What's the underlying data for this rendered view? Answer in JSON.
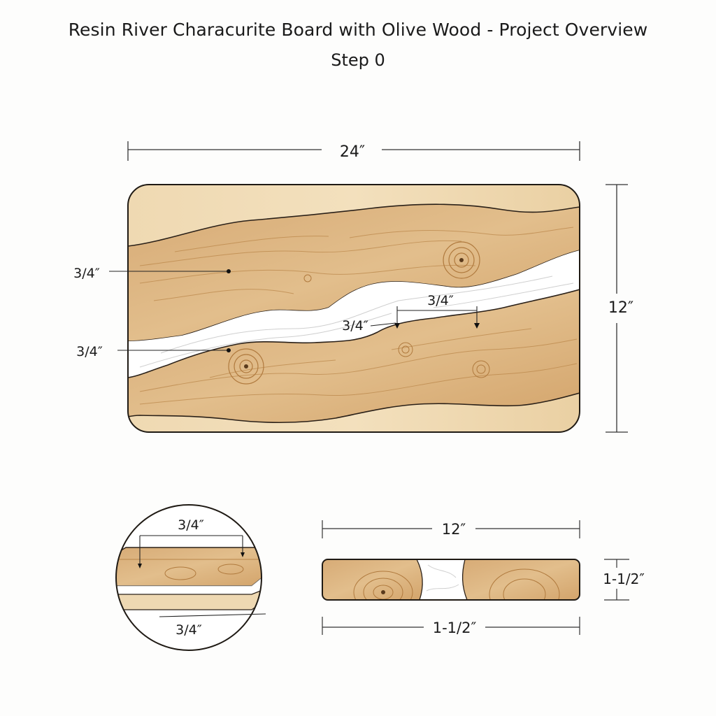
{
  "header": {
    "title": "Resin River Characurite Board with Olive Wood - Project Overview",
    "subtitle": "Step 0"
  },
  "top_view": {
    "width_label": "24″",
    "height_label": "12″",
    "callouts": [
      "3/4″",
      "3/4″",
      "3/4″",
      "3/4″"
    ]
  },
  "detail_view": {
    "top_label": "3/4″",
    "bottom_label": "3/4″"
  },
  "end_view": {
    "width_label": "12″",
    "bottom_label": "1-1/2″",
    "thickness_label": "1-1/2″"
  },
  "colors": {
    "wood_light": "#ecd3a6",
    "wood_mid": "#d9b07c",
    "wood_dark": "#c9935a",
    "resin": "#ffffff",
    "outline": "#2a2018"
  }
}
